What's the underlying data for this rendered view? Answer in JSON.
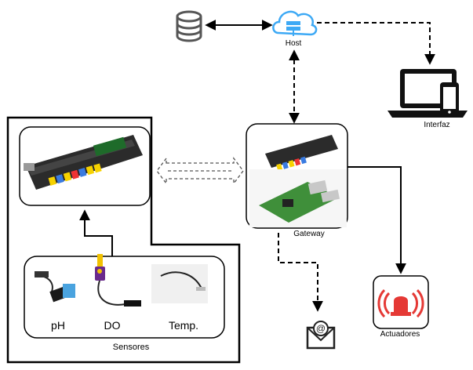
{
  "nodes": {
    "host_label": "Host",
    "interface_label": "Interfaz",
    "gateway_label": "Gateway",
    "actuators_label": "Actuadores",
    "sensors_label": "Sensores",
    "sensor_ph": "pH",
    "sensor_do": "DO",
    "sensor_temp": "Temp."
  },
  "colors": {
    "cloud_blue": "#3da9f5",
    "database_gray": "#555555",
    "alarm_red": "#e53935",
    "board_dark": "#2b2b2b",
    "raspberry_green": "#3f8f3a"
  }
}
